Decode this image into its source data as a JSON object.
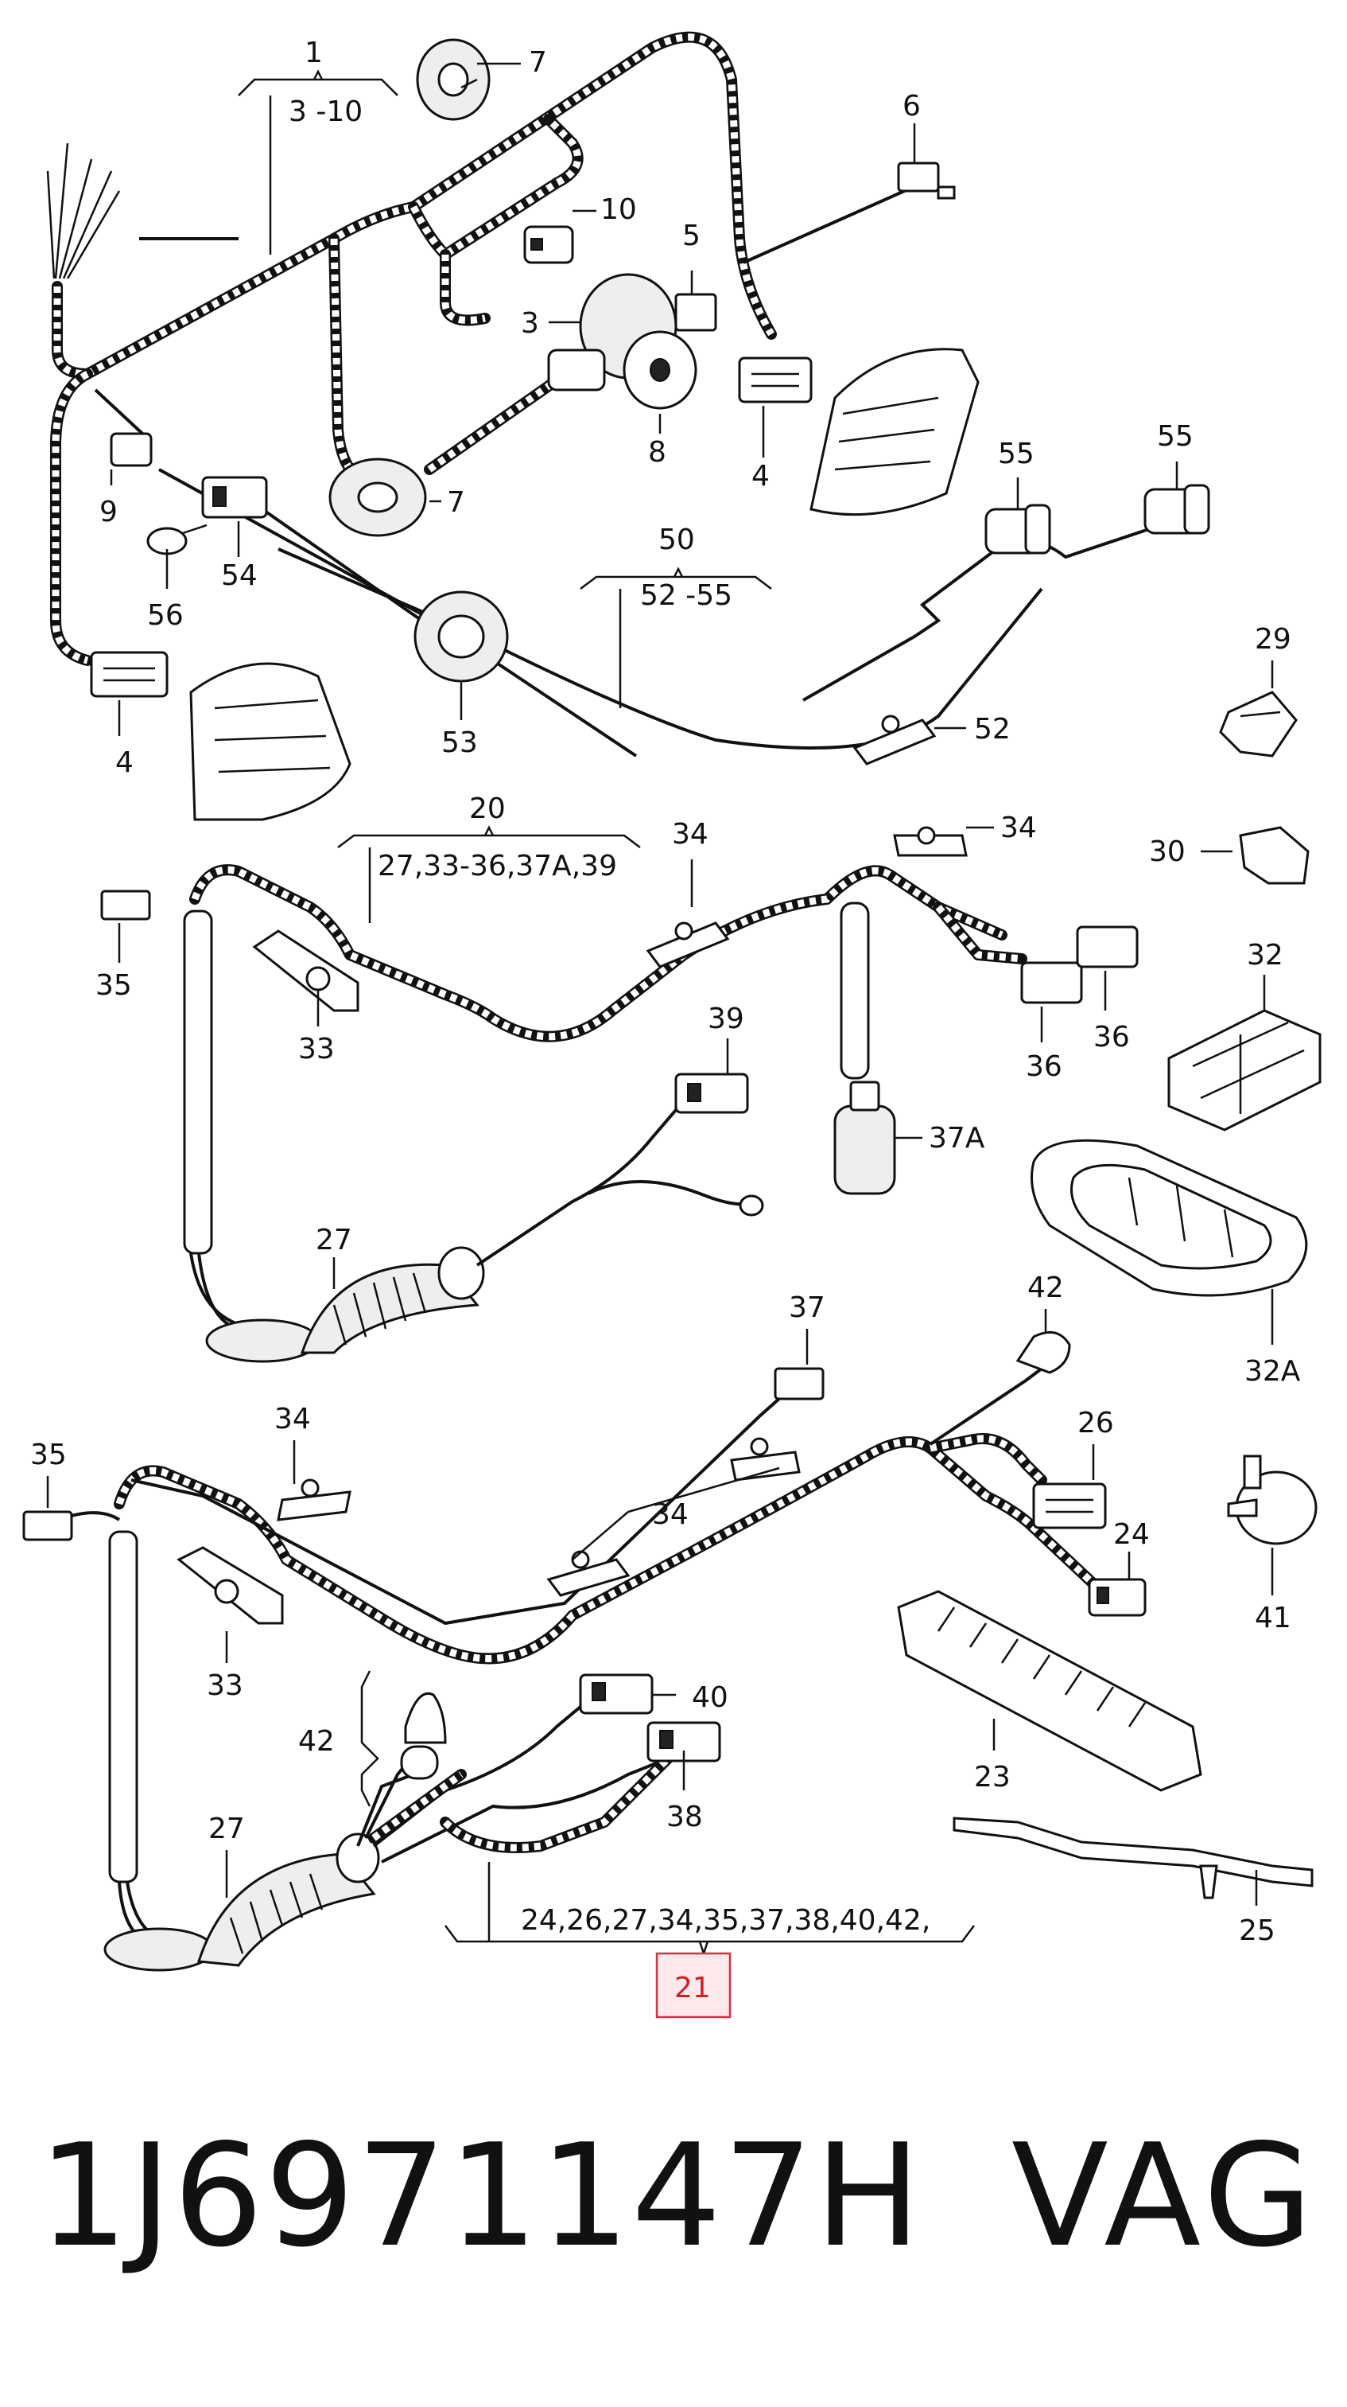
{
  "diagram": {
    "callouts": {
      "c1": "1",
      "c1_range": "3 -10",
      "c7a": "7",
      "c6": "6",
      "c10": "10",
      "c5": "5",
      "c3": "3",
      "c8": "8",
      "c4a": "4",
      "c9": "9",
      "c7b": "7",
      "c54": "54",
      "c56": "56",
      "c4b": "4",
      "c55a": "55",
      "c55b": "55",
      "c50": "50",
      "c50_range": "52 -55",
      "c53": "53",
      "c52": "52",
      "c29": "29",
      "c20": "20",
      "c20_range": "27,33-36,37A,39",
      "c34a": "34",
      "c34b": "34",
      "c30": "30",
      "c35a": "35",
      "c33a": "33",
      "c36a": "36",
      "c36b": "36",
      "c32": "32",
      "c39": "39",
      "c37A": "37A",
      "c27a": "27",
      "c32A": "32A",
      "c37": "37",
      "c42a": "42",
      "c35b": "35",
      "c34c": "34",
      "c26": "26",
      "c34d": "34",
      "c24": "24",
      "c41": "41",
      "c33b": "33",
      "c42b": "42",
      "c40": "40",
      "c23": "23",
      "c38": "38",
      "c27b": "27",
      "c25": "25",
      "c21_range": "24,26,27,34,35,37,38,40,42,",
      "c21": "21"
    }
  },
  "footer": {
    "part_number": "1J6971147H",
    "brand": "VAG"
  }
}
